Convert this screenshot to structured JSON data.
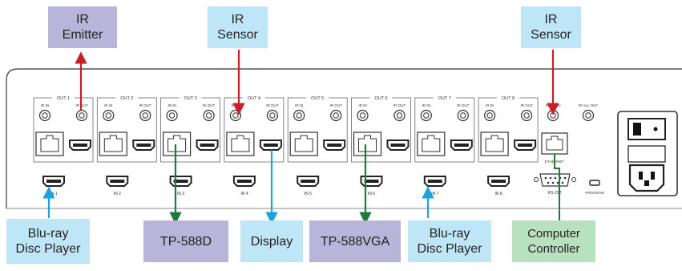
{
  "callouts_top": [
    {
      "text": "IR\nEmitter",
      "color": "purple"
    },
    {
      "text": "IR\nSensor",
      "color": "blue"
    },
    {
      "text": "IR\nSensor",
      "color": "blue"
    }
  ],
  "callouts_bottom": [
    {
      "text": "Blu-ray\nDisc Player",
      "color": "blue"
    },
    {
      "text": "TP-588D",
      "color": "purple"
    },
    {
      "text": "Display",
      "color": "blue"
    },
    {
      "text": "TP-588VGA",
      "color": "purple"
    },
    {
      "text": "Blu-ray\nDisc Player",
      "color": "blue"
    },
    {
      "text": "Computer\nController",
      "color": "green"
    }
  ],
  "outputs": [
    {
      "label": "OUT 1",
      "ir_in": "IR IN",
      "ir_out": "IR OUT"
    },
    {
      "label": "OUT 2",
      "ir_in": "IR IN",
      "ir_out": "IR OUT"
    },
    {
      "label": "OUT 3",
      "ir_in": "IR IN",
      "ir_out": "IR OUT"
    },
    {
      "label": "OUT 4",
      "ir_in": "IR IN",
      "ir_out": "IR OUT"
    },
    {
      "label": "OUT 5",
      "ir_in": "IR IN",
      "ir_out": "IR OUT"
    },
    {
      "label": "OUT 6",
      "ir_in": "IR IN",
      "ir_out": "IR OUT"
    },
    {
      "label": "OUT 7",
      "ir_in": "IR IN",
      "ir_out": "IR OUT"
    },
    {
      "label": "OUT 8",
      "ir_in": "IR IN",
      "ir_out": "IR OUT"
    }
  ],
  "inputs": [
    "IN 1",
    "IN 2",
    "IN 3",
    "IN 4",
    "IN 5",
    "IN 6",
    "IN 7",
    "IN 8"
  ],
  "ir_all_in": "IR ALL IN",
  "ir_all_out": "IR ALL OUT",
  "ethernet": "ETHERNET",
  "rs232": "RS-232",
  "program": "PROGRAM",
  "colors": {
    "red": "#c8202a",
    "blue": "#1aa3dd",
    "green": "#1f7a3a",
    "purple_fill": "#b9b4d9",
    "blue_fill": "#bfe6f7",
    "green_fill": "#b9e0bf"
  }
}
